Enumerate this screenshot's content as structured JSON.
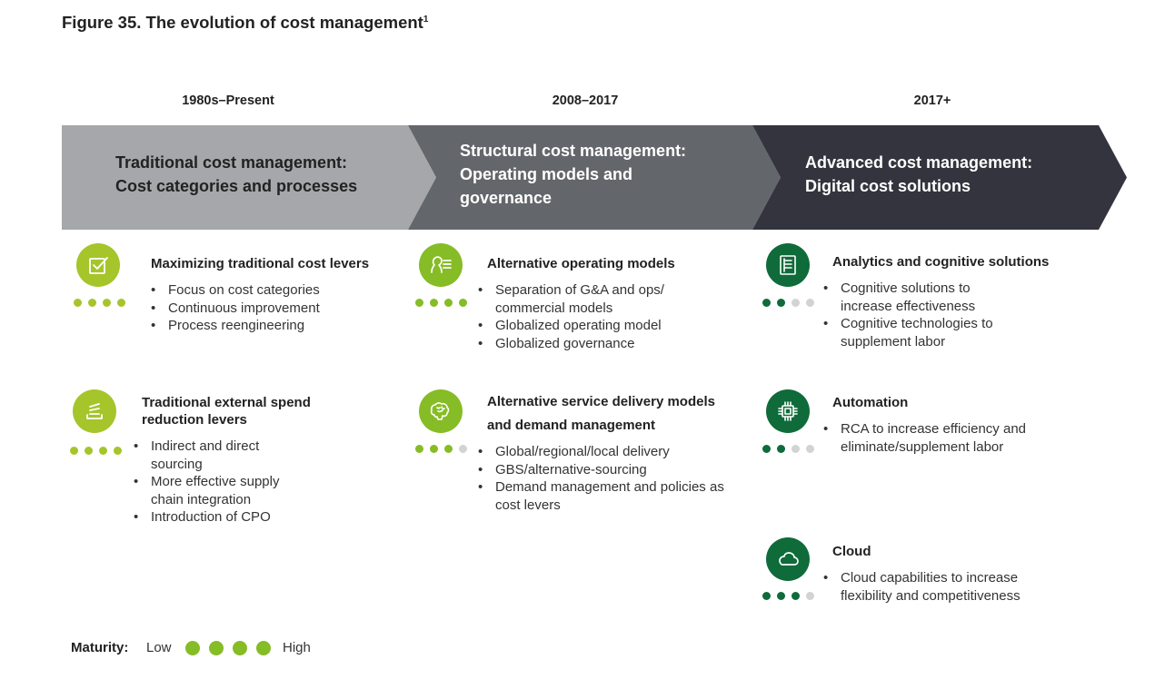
{
  "figure": {
    "title": "Figure 35. The evolution of cost management",
    "footnote_mark": "1"
  },
  "colors": {
    "phase1": "#a5a7aa",
    "phase2": "#63666a",
    "phase3": "#33343d",
    "lime": "#a5c52a",
    "green": "#86bc25",
    "dark_green": "#0f6b3a",
    "dot_off": "#d3d3d3"
  },
  "phases": [
    {
      "era": "1980s–Present",
      "title_lines": [
        "Traditional cost management:",
        "Cost categories and processes"
      ],
      "items": [
        {
          "icon": "checklist-icon",
          "title_lines": [
            "Maximizing traditional cost levers"
          ],
          "maturity": 4,
          "bullets": [
            "Focus on cost categories",
            "Continuous improvement",
            "Process reengineering"
          ]
        },
        {
          "icon": "spend-icon",
          "title_lines": [
            "Traditional external spend",
            "reduction levers"
          ],
          "maturity": 4,
          "bullets": [
            "Indirect and direct sourcing",
            "More effective supply chain integration",
            "Introduction of CPO"
          ]
        }
      ]
    },
    {
      "era": "2008–2017",
      "title_lines": [
        "Structural cost management:",
        "Operating models and",
        "governance"
      ],
      "items": [
        {
          "icon": "operating-model-icon",
          "title_lines": [
            "Alternative operating models"
          ],
          "maturity": 4,
          "bullets": [
            "Separation of G&A and ops/ commercial models",
            "Globalized operating model",
            "Globalized governance"
          ]
        },
        {
          "icon": "brain-icon",
          "title_lines": [
            "Alternative service delivery models",
            "and demand management"
          ],
          "maturity": 3,
          "bullets": [
            "Global/regional/local delivery",
            "GBS/alternative-sourcing",
            "Demand management and policies as cost levers"
          ]
        }
      ]
    },
    {
      "era": "2017+",
      "title_lines": [
        "Advanced cost management:",
        "Digital cost solutions"
      ],
      "items": [
        {
          "icon": "analytics-icon",
          "title_lines": [
            "Analytics and cognitive solutions"
          ],
          "maturity": 2,
          "bullets": [
            "Cognitive solutions to increase effectiveness",
            "Cognitive technologies to supplement labor"
          ]
        },
        {
          "icon": "chip-icon",
          "title_lines": [
            "Automation"
          ],
          "maturity": 2,
          "bullets": [
            "RCA to increase efficiency and eliminate/supplement labor"
          ]
        },
        {
          "icon": "cloud-icon",
          "title_lines": [
            "Cloud"
          ],
          "maturity": 3,
          "bullets": [
            "Cloud capabilities to increase flexibility and competitiveness"
          ]
        }
      ]
    }
  ],
  "legend": {
    "label": "Maturity:",
    "low": "Low",
    "high": "High",
    "dots": 4
  }
}
